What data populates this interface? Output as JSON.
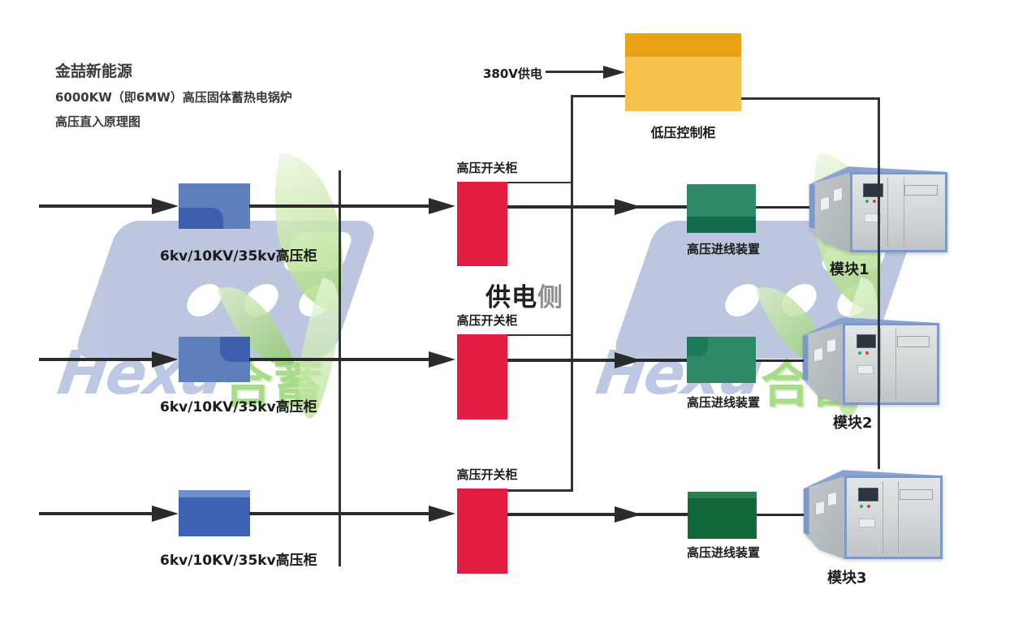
{
  "title": {
    "company": "金喆新能源",
    "subtitle": "6000KW（即6MW）高压固体蓄热电锅炉",
    "diagram_name": "高压直入原理图"
  },
  "supply": {
    "label_380v": "380V供电",
    "control_cabinet": "低压控制柜"
  },
  "center": {
    "supply_side_main": "供电",
    "supply_side_tail": "侧"
  },
  "rows": [
    {
      "hv_cabinet": "6kv/10KV/35kv高压柜",
      "hv_switchgear": "高压开关柜",
      "hv_incoming": "高压进线装置",
      "module": "模块1"
    },
    {
      "hv_cabinet": "6kv/10KV/35kv高压柜",
      "hv_switchgear": "高压开关柜",
      "hv_incoming": "高压进线装置",
      "module": "模块2"
    },
    {
      "hv_cabinet": "6kv/10KV/35kv高压柜",
      "hv_switchgear": "高压开关柜",
      "hv_incoming": "高压进线装置",
      "module": "模块3"
    }
  ],
  "watermark": {
    "latin": "Hexu",
    "cjk": "合蓄"
  },
  "colors": {
    "switchgear_red": "#e31c44",
    "hv_cabinet_blue": "#5d80bd",
    "hv_cabinet_blue_dark": "#3c60ae",
    "incoming_green": "#2e8a65",
    "incoming_green_dark": "#156a4e",
    "control_orange_top": "#e9a315",
    "control_orange": "#f5c14c",
    "line_color": "#2b2b2b",
    "module_frame_blue": "#7d98c9"
  }
}
